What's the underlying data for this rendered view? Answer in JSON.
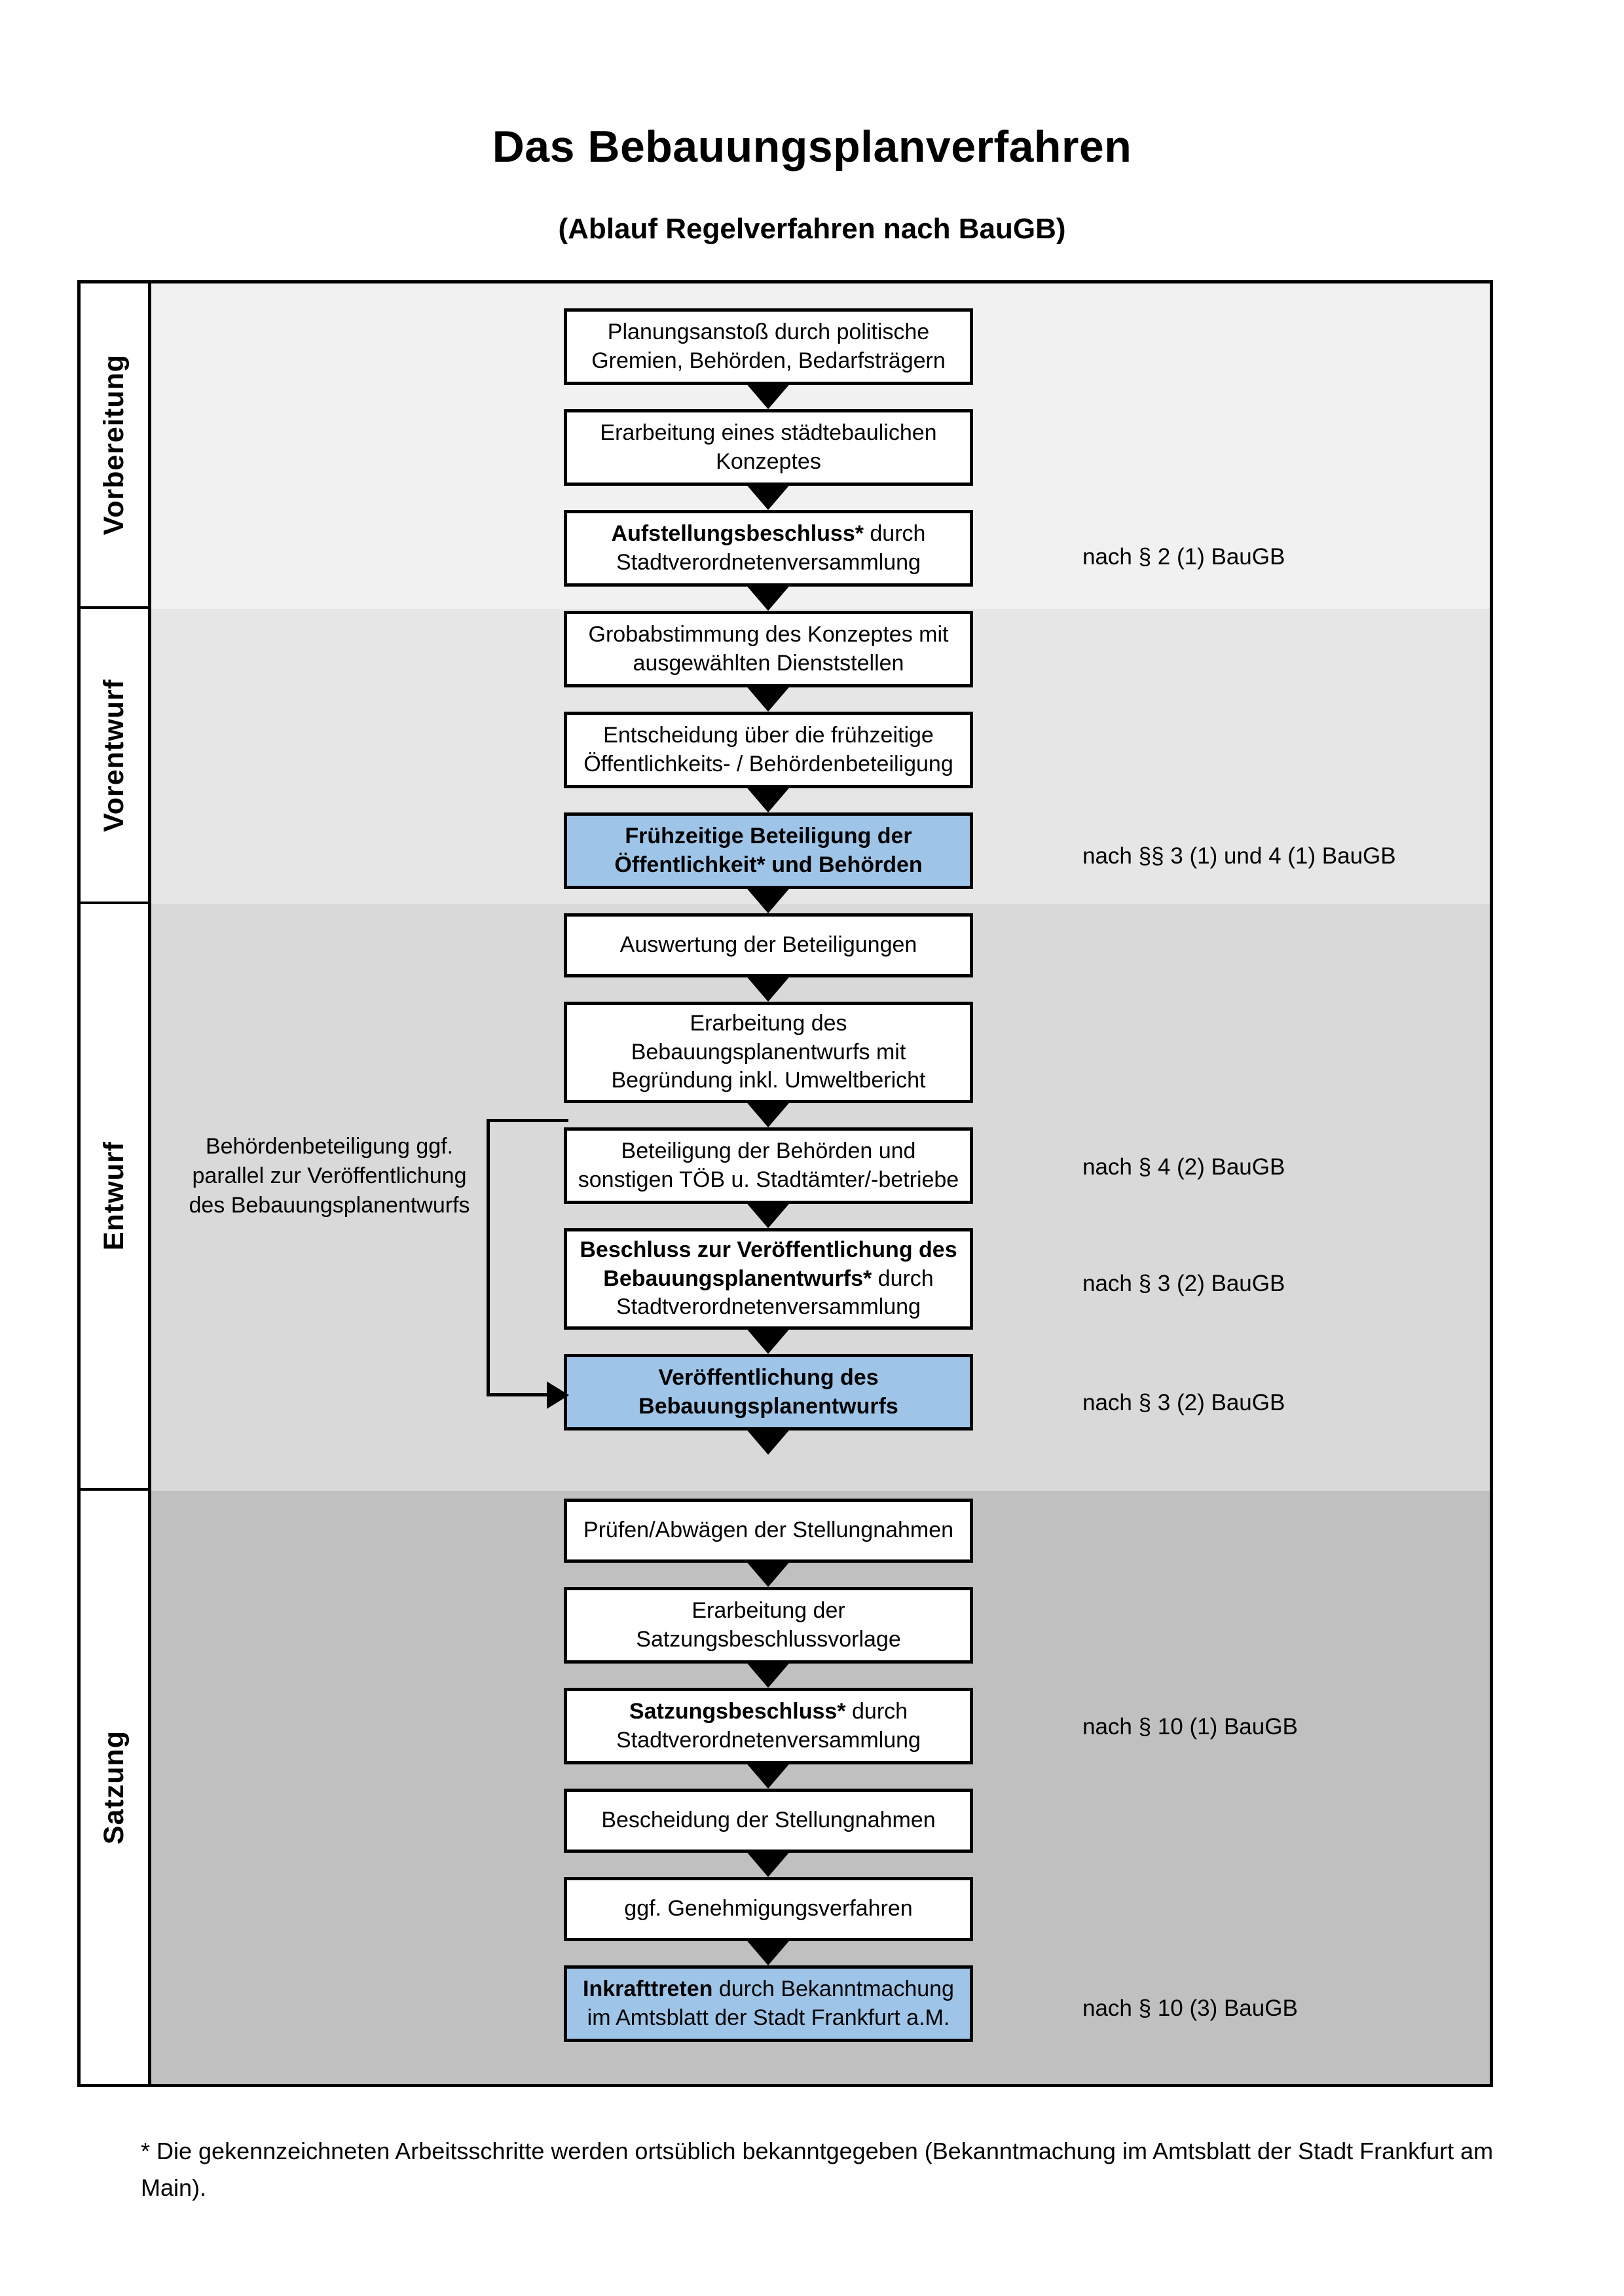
{
  "header": {
    "title": "Das Bebauungsplanverfahren",
    "subtitle": "(Ablauf Regelverfahren nach BauGB)"
  },
  "phases": [
    {
      "label": "Vorbereitung",
      "band_color": "#F1F1F1"
    },
    {
      "label": "Vorentwurf",
      "band_color": "#E6E6E6"
    },
    {
      "label": "Entwurf",
      "band_color": "#D9D9D9"
    },
    {
      "label": "Satzung",
      "band_color": "#C0C0C0"
    }
  ],
  "steps": [
    {
      "id": "planungsanstoss",
      "text": "Planungsanstoß durch politische Gremien, Behörden, Bedarfsträgern",
      "bold": "",
      "highlight": false
    },
    {
      "id": "staedtebau-konzept",
      "text": "Erarbeitung eines städtebaulichen Konzeptes",
      "bold": "",
      "highlight": false
    },
    {
      "id": "aufstellungsbeschluss",
      "text": "Aufstellungsbeschluss* durch Stadtverordnetenversammlung",
      "bold": "Aufstellungsbeschluss*",
      "highlight": false
    },
    {
      "id": "grobabstimmung",
      "text": "Grobabstimmung des Konzeptes mit ausgewählten Dienststellen",
      "bold": "",
      "highlight": false
    },
    {
      "id": "entscheidung-beteiligung",
      "text": "Entscheidung über die frühzeitige Öffentlichkeits- / Behördenbeteiligung",
      "bold": "",
      "highlight": false
    },
    {
      "id": "fruehzeitige-beteiligung",
      "text": "Frühzeitige Beteiligung der Öffentlichkeit* und Behörden",
      "bold": "Frühzeitige Beteiligung der Öffentlichkeit* und Behörden",
      "highlight": true
    },
    {
      "id": "auswertung",
      "text": "Auswertung der Beteiligungen",
      "bold": "",
      "highlight": false
    },
    {
      "id": "erarbeitung-entwurf",
      "text": "Erarbeitung des Bebauungsplanentwurfs mit Begründung inkl. Umweltbericht",
      "bold": "",
      "highlight": false
    },
    {
      "id": "beteiligung-behoerden",
      "text": "Beteiligung der Behörden und sonstigen TÖB u. Stadtämter/-betriebe",
      "bold": "",
      "highlight": false
    },
    {
      "id": "beschluss-veroeff",
      "text": "Beschluss zur Veröffentlichung des Bebauungsplanentwurfs* durch Stadtverordnetenversammlung",
      "bold": "Beschluss zur Veröffentlichung des Bebauungsplanentwurfs*",
      "highlight": false
    },
    {
      "id": "veroeffentlichung",
      "text": "Veröffentlichung des Bebauungsplanentwurfs",
      "bold": "Veröffentlichung des Bebauungsplanentwurfs",
      "highlight": true
    },
    {
      "id": "pruefen-abwaegen",
      "text": "Prüfen/Abwägen der Stellungnahmen",
      "bold": "",
      "highlight": false
    },
    {
      "id": "satzungsvorlage",
      "text": "Erarbeitung der Satzungsbeschlussvorlage",
      "bold": "",
      "highlight": false
    },
    {
      "id": "satzungsbeschluss",
      "text": "Satzungsbeschluss* durch Stadtverordnetenversammlung",
      "bold": "Satzungsbeschluss*",
      "highlight": false
    },
    {
      "id": "bescheidung",
      "text": "Bescheidung der Stellungnahmen",
      "bold": "",
      "highlight": false
    },
    {
      "id": "genehmigungsverfahren",
      "text": "ggf. Genehmigungsverfahren",
      "bold": "",
      "highlight": false
    },
    {
      "id": "inkrafttreten",
      "text": "Inkrafttreten durch Bekanntmachung im Amtsblatt der Stadt Frankfurt a.M.",
      "bold": "Inkrafttreten",
      "highlight": true
    }
  ],
  "legal_notes": [
    {
      "id": "note-par2",
      "text": "nach § 2 (1) BauGB"
    },
    {
      "id": "note-par3-4",
      "text": "nach §§ 3 (1) und 4 (1) BauGB"
    },
    {
      "id": "note-par4-2",
      "text": "nach § 4 (2) BauGB"
    },
    {
      "id": "note-par3-2a",
      "text": "nach § 3 (2) BauGB"
    },
    {
      "id": "note-par3-2b",
      "text": "nach § 3 (2) BauGB"
    },
    {
      "id": "note-par10-1",
      "text": "nach § 10 (1) BauGB"
    },
    {
      "id": "note-par10-3",
      "text": "nach § 10 (3) BauGB"
    }
  ],
  "side_note": "Behördenbeteiligung ggf. parallel zur Veröffentlichung des Bebauungsplanentwurfs",
  "footnote": "* Die gekennzeichneten Arbeitsschritte werden ortsüblich bekanntgegeben (Bekanntmachung im Amtsblatt  der Stadt Frankfurt am Main).",
  "colors": {
    "highlight_blue": "#9EC5E8",
    "border_black": "#000000"
  }
}
